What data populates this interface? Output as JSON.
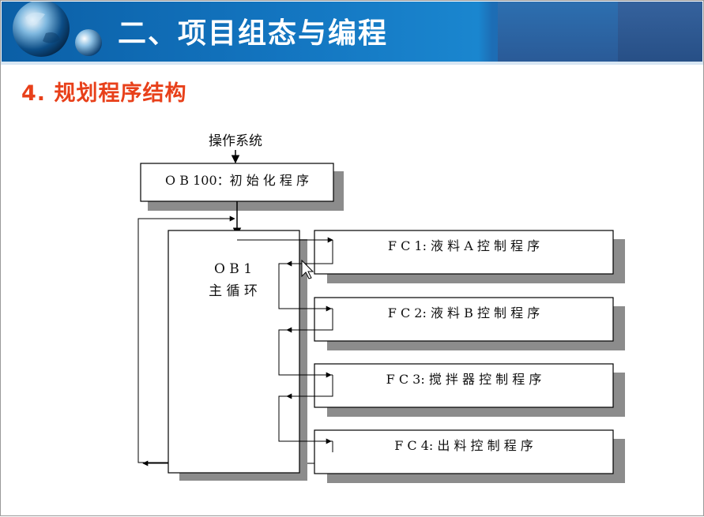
{
  "header": {
    "title": "二、项目组态与编程"
  },
  "section": {
    "heading": "4. 规划程序结构"
  },
  "diagram": {
    "os_label": "操作系统",
    "ob100_label": "O B 100：初 始 化 程 序",
    "ob1_line1": "O B 1",
    "ob1_line2": "主 循 环",
    "fc_blocks": [
      {
        "label": "F C 1:  液 料  A  控 制 程 序"
      },
      {
        "label": "F C 2:  液 料  B  控 制 程 序"
      },
      {
        "label": "F C 3:  搅 拌 器 控 制 程 序"
      },
      {
        "label": "F C 4:  出 料 控 制 程 序"
      }
    ]
  },
  "colors": {
    "header_blue": "#1375c0",
    "heading_red": "#e8401a",
    "shadow_gray": "#8c8c8c"
  }
}
